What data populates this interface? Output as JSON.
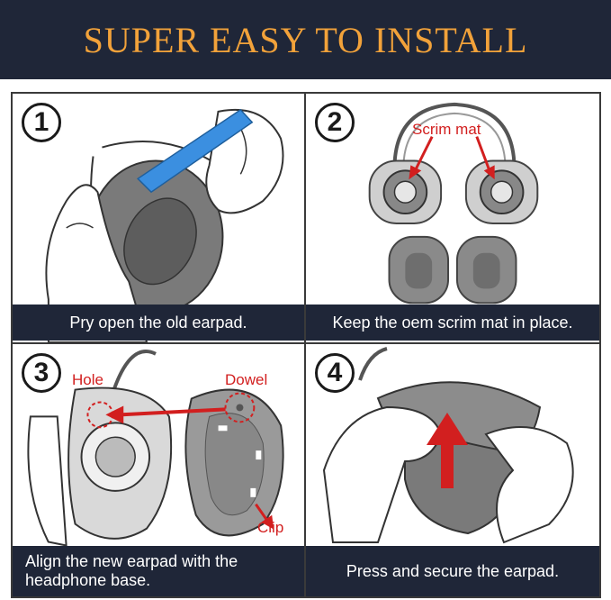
{
  "banner": {
    "title": "SUPER EASY TO INSTALL"
  },
  "steps": [
    {
      "number": "1",
      "caption": "Pry open the old earpad."
    },
    {
      "number": "2",
      "caption": "Keep the oem scrim mat in place.",
      "label": "Scrim mat"
    },
    {
      "number": "3",
      "caption": "Align the new earpad with the headphone base.",
      "labels": {
        "hole": "Hole",
        "dowel": "Dowel",
        "clip": "Clip"
      }
    },
    {
      "number": "4",
      "caption": "Press and secure the earpad."
    }
  ],
  "colors": {
    "banner_bg": "#1f2638",
    "banner_text": "#f2a23a",
    "accent_red": "#d21f1f",
    "tool_blue": "#3b8fe0",
    "pad_gray": "#7a7a7a"
  }
}
